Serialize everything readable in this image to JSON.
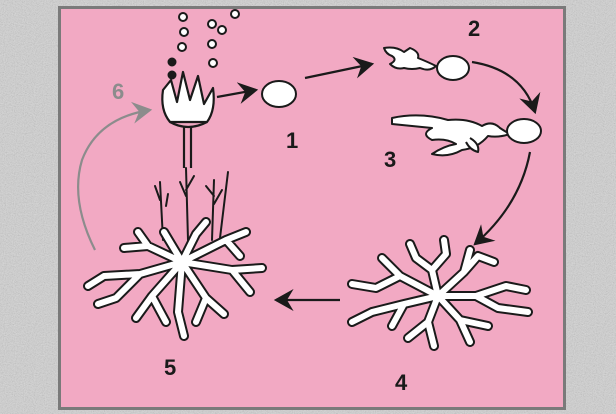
{
  "diagram": {
    "stage_labels": [
      "1",
      "2",
      "3",
      "4",
      "5",
      "6"
    ]
  },
  "colors": {
    "background_texture": "#c9c9c9",
    "panel": "#f2a9c3",
    "organism_fill": "#ffffff",
    "outline": "#1a1a1a",
    "arrow_dark": "#1a1a1a",
    "arrow_grey": "#8c8c8c",
    "label_6": "#8c8c8c"
  }
}
